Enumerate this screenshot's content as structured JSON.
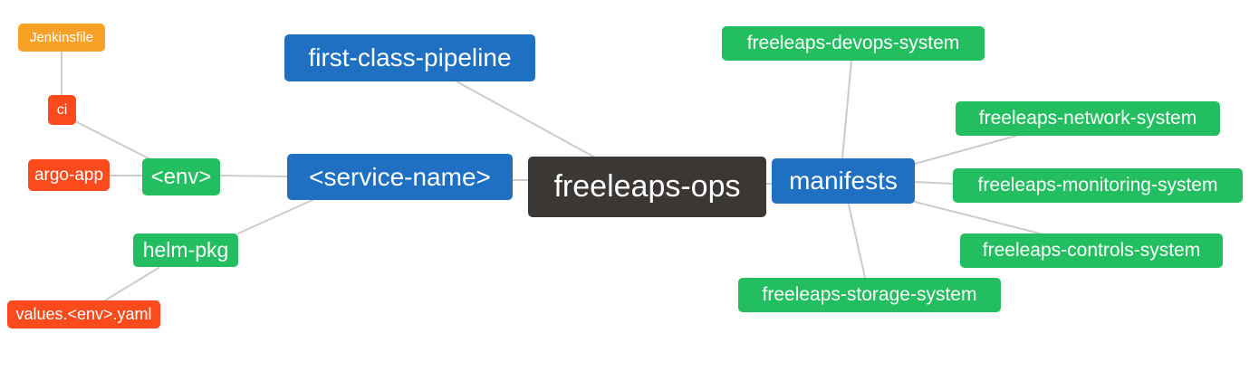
{
  "diagram": {
    "type": "mindmap",
    "background_color": "#ffffff",
    "edge_color": "#cccccc",
    "node_text_color": "#ffffff",
    "palette": {
      "root_dark": "#3B3735",
      "branch_blue": "#1F70C2",
      "leaf_green": "#22BE60",
      "leaf_red": "#FB4A1C",
      "leaf_orange": "#F8A228"
    },
    "nodes": {
      "freeleaps_ops": {
        "label": "freeleaps-ops",
        "color": "#3B3735"
      },
      "first_class_pipeline": {
        "label": "first-class-pipeline",
        "color": "#1F70C2"
      },
      "service_name": {
        "label": "<service-name>",
        "color": "#1F70C2"
      },
      "manifests": {
        "label": "manifests",
        "color": "#1F70C2"
      },
      "env": {
        "label": "<env>",
        "color": "#22BE60"
      },
      "helm_pkg": {
        "label": "helm-pkg",
        "color": "#22BE60"
      },
      "argo_app": {
        "label": "argo-app",
        "color": "#FB4A1C"
      },
      "ci": {
        "label": "ci",
        "color": "#FB4A1C"
      },
      "jenkinsfile": {
        "label": "Jenkinsfile",
        "color": "#F8A228"
      },
      "values_env_yaml": {
        "label": "values.<env>.yaml",
        "color": "#FB4A1C"
      },
      "devops_system": {
        "label": "freeleaps-devops-system",
        "color": "#22BE60"
      },
      "network_system": {
        "label": "freeleaps-network-system",
        "color": "#22BE60"
      },
      "monitoring_system": {
        "label": "freeleaps-monitoring-system",
        "color": "#22BE60"
      },
      "controls_system": {
        "label": "freeleaps-controls-system",
        "color": "#22BE60"
      },
      "storage_system": {
        "label": "freeleaps-storage-system",
        "color": "#22BE60"
      }
    },
    "edges": [
      {
        "from": "Jenkinsfile",
        "to": "ci"
      },
      {
        "from": "ci",
        "to": "<env>"
      },
      {
        "from": "argo-app",
        "to": "<env>"
      },
      {
        "from": "<env>",
        "to": "<service-name>"
      },
      {
        "from": "helm-pkg",
        "to": "<service-name>"
      },
      {
        "from": "values.<env>.yaml",
        "to": "helm-pkg"
      },
      {
        "from": "first-class-pipeline",
        "to": "freeleaps-ops"
      },
      {
        "from": "<service-name>",
        "to": "freeleaps-ops"
      },
      {
        "from": "freeleaps-ops",
        "to": "manifests"
      },
      {
        "from": "manifests",
        "to": "freeleaps-devops-system"
      },
      {
        "from": "manifests",
        "to": "freeleaps-network-system"
      },
      {
        "from": "manifests",
        "to": "freeleaps-monitoring-system"
      },
      {
        "from": "manifests",
        "to": "freeleaps-controls-system"
      },
      {
        "from": "manifests",
        "to": "freeleaps-storage-system"
      }
    ]
  }
}
